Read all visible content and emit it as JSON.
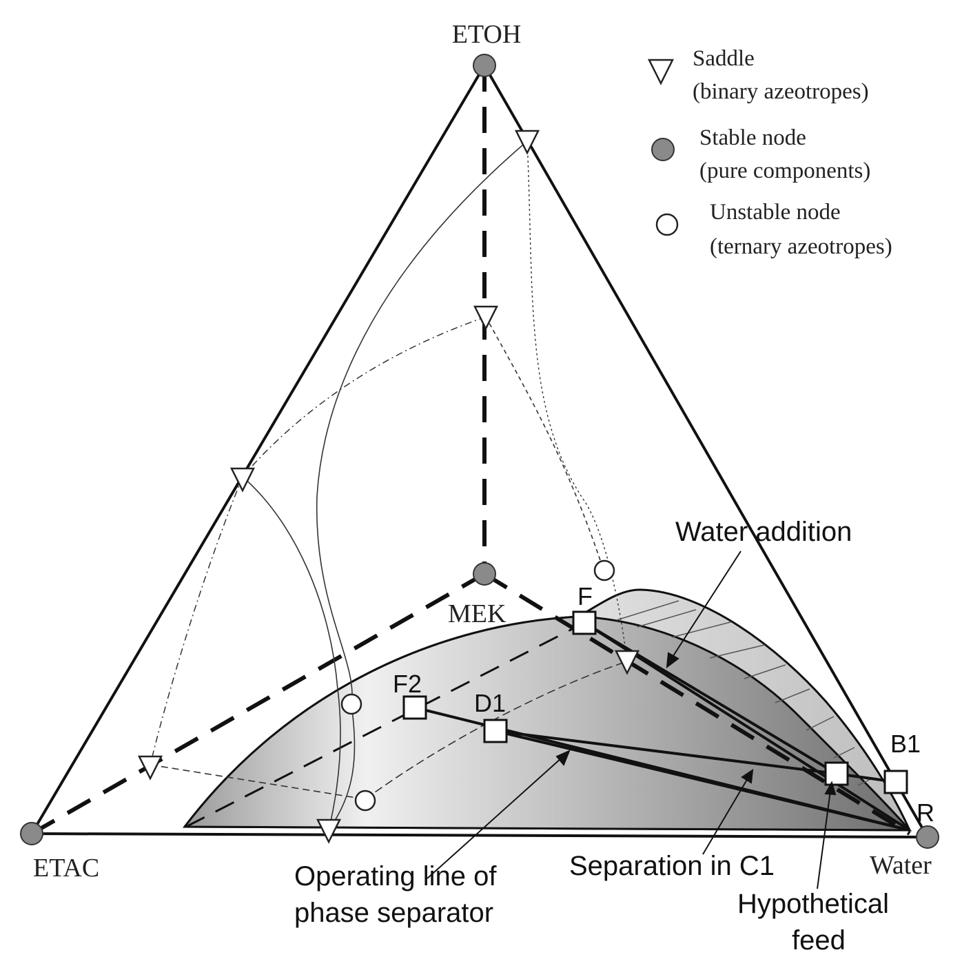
{
  "vertices": {
    "top": "ETOH",
    "left": "ETAC",
    "right": "Water",
    "center": "MEK"
  },
  "legend": [
    {
      "symbol": "saddle-triangle",
      "line1": "Saddle",
      "line2": "(binary azeotropes)"
    },
    {
      "symbol": "stable-node-filled-circle",
      "line1": "Stable node",
      "line2": "(pure components)"
    },
    {
      "symbol": "unstable-node-open-circle",
      "line1": "Unstable node",
      "line2": "(ternary azeotropes)"
    }
  ],
  "points": {
    "F": "F",
    "F2": "F2",
    "D1": "D1",
    "B1": "B1",
    "R": "R"
  },
  "annotations": {
    "water_addition": "Water addition",
    "operating_line_1": "Operating line of",
    "operating_line_2": "phase separator",
    "separation": "Separation in C1",
    "hypothetical_1": "Hypothetical",
    "hypothetical_2": "feed"
  },
  "colors": {
    "stable_node": "#8a8a8a",
    "region_dark": "#7a7a7a",
    "region_light": "#f2f2f2",
    "line": "#111111"
  }
}
